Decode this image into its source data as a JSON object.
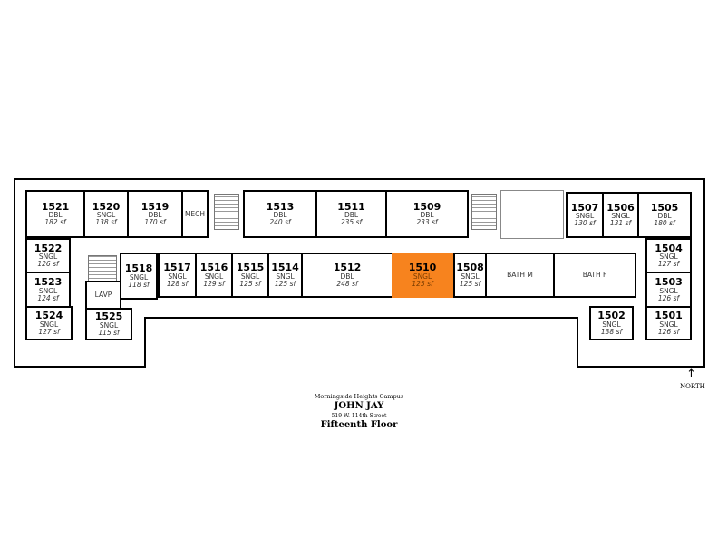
{
  "title_block": {
    "campus": "Morningside Heights Campus",
    "building": "JOHN JAY",
    "address": "519 W. 114th Street",
    "floor": "Fifteenth Floor"
  },
  "north_label": "NORTH",
  "highlight_color": "#F7831E",
  "rooms": [
    {
      "number": "1521",
      "type": "DBL",
      "sf": "182 sf"
    },
    {
      "number": "1520",
      "type": "SNGL",
      "sf": "138 sf"
    },
    {
      "number": "1519",
      "type": "DBL",
      "sf": "170 sf"
    },
    {
      "number": "1513",
      "type": "DBL",
      "sf": "240 sf"
    },
    {
      "number": "1511",
      "type": "DBL",
      "sf": "235 sf"
    },
    {
      "number": "1509",
      "type": "DBL",
      "sf": "233 sf"
    },
    {
      "number": "1507",
      "type": "SNGL",
      "sf": "130 sf"
    },
    {
      "number": "1506",
      "type": "SNGL",
      "sf": "131 sf"
    },
    {
      "number": "1505",
      "type": "DBL",
      "sf": "180 sf"
    },
    {
      "number": "1522",
      "type": "SNGL",
      "sf": "126 sf"
    },
    {
      "number": "1523",
      "type": "SNGL",
      "sf": "124 sf"
    },
    {
      "number": "1524",
      "type": "SNGL",
      "sf": "127 sf"
    },
    {
      "number": "1525",
      "type": "SNGL",
      "sf": "115 sf"
    },
    {
      "number": "1518",
      "type": "SNGL",
      "sf": "118 sf"
    },
    {
      "number": "1517",
      "type": "SNGL",
      "sf": "128 sf"
    },
    {
      "number": "1516",
      "type": "SNGL",
      "sf": "129 sf"
    },
    {
      "number": "1515",
      "type": "SNGL",
      "sf": "125 sf"
    },
    {
      "number": "1514",
      "type": "SNGL",
      "sf": "125 sf"
    },
    {
      "number": "1512",
      "type": "DBL",
      "sf": "248 sf"
    },
    {
      "number": "1510",
      "type": "SNGL",
      "sf": "125 sf"
    },
    {
      "number": "1508",
      "type": "SNGL",
      "sf": "125 sf"
    },
    {
      "number": "1504",
      "type": "SNGL",
      "sf": "127 sf"
    },
    {
      "number": "1503",
      "type": "SNGL",
      "sf": "126 sf"
    },
    {
      "number": "1502",
      "type": "SNGL",
      "sf": "138 sf"
    },
    {
      "number": "1501",
      "type": "SNGL",
      "sf": "126 sf"
    }
  ],
  "spaces": {
    "mech": "MECH",
    "bath_m": "BATH M",
    "bath_f": "BATH F",
    "lavp": "LAVP"
  }
}
